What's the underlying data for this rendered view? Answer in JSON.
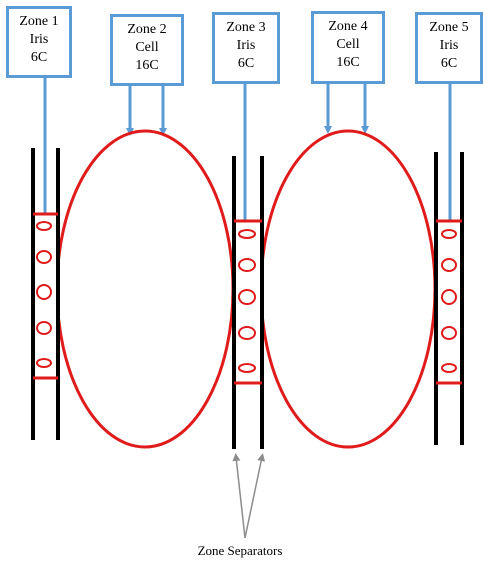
{
  "colors": {
    "label_border": "#5b9bd5",
    "arrow_blue": "#5b9bd5",
    "cell_red": "#e01b1b",
    "separator": "#000000",
    "pointer_gray": "#8c8c8c"
  },
  "zones": [
    {
      "id": "zone1",
      "lines": [
        "Zone 1",
        "Iris",
        "6C"
      ]
    },
    {
      "id": "zone2",
      "lines": [
        "Zone 2",
        "Cell",
        "16C"
      ]
    },
    {
      "id": "zone3",
      "lines": [
        "Zone 3",
        "Iris",
        "6C"
      ]
    },
    {
      "id": "zone4",
      "lines": [
        "Zone 4",
        "Cell",
        "16C"
      ]
    },
    {
      "id": "zone5",
      "lines": [
        "Zone 5",
        "Iris",
        "6C"
      ]
    }
  ],
  "caption": "Zone Separators"
}
